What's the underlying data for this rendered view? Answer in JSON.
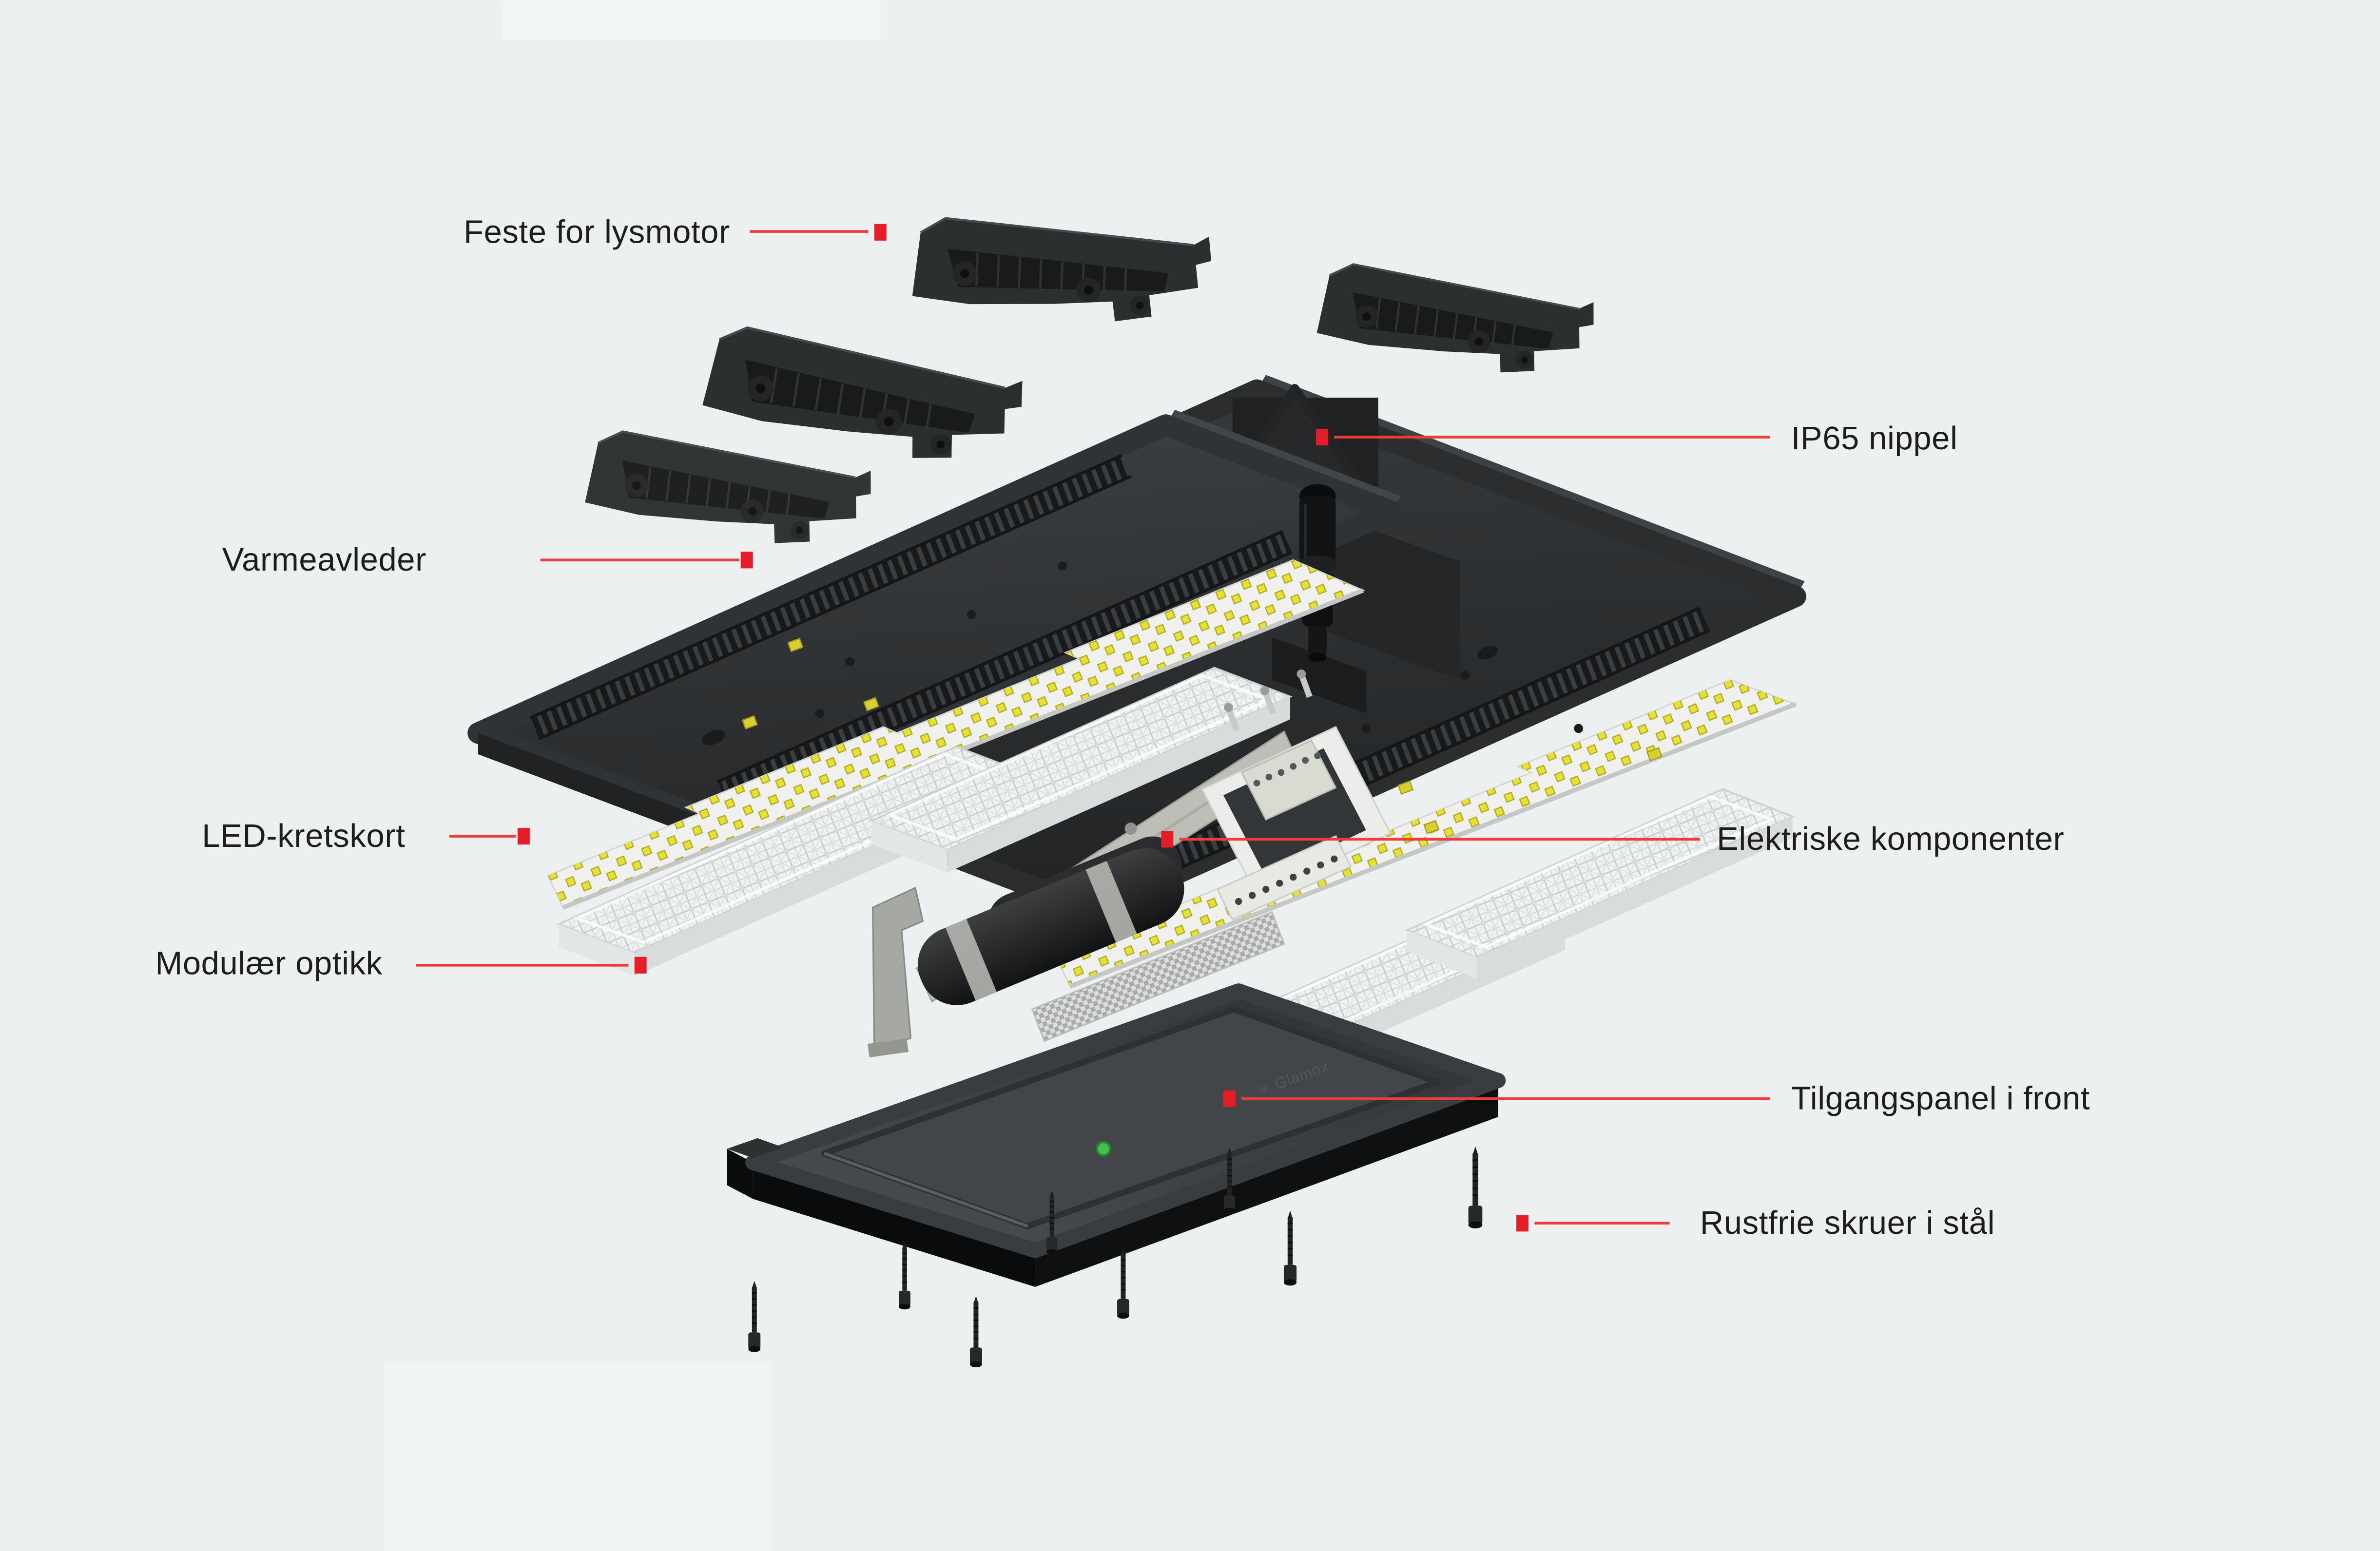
{
  "colors": {
    "background": "#ecf0f1",
    "label_text": "#1d1d1b",
    "leader_line": "#ee3b3b",
    "marker": "#e51d28",
    "housing_dark": "#2e3133",
    "led_yellow": "#e6e135",
    "optic_clear": "#f0f2f2",
    "panel_gray": "#3c3f41",
    "indicator_green": "#42c24b"
  },
  "panel_logo": {
    "mark": "✳",
    "text": "Glamox"
  },
  "labels": [
    {
      "id": "feste-for-lysmotor",
      "text": "Feste for lysmotor"
    },
    {
      "id": "ip65-nippel",
      "text": "IP65 nippel"
    },
    {
      "id": "varmeavleder",
      "text": "Varmeavleder"
    },
    {
      "id": "led-kretskort",
      "text": "LED-kretskort"
    },
    {
      "id": "elektriske-komponenter",
      "text": "Elektriske komponenter"
    },
    {
      "id": "modulaer-optikk",
      "text": "Modulær optikk"
    },
    {
      "id": "tilgangspanel-i-front",
      "text": "Tilgangspanel i front"
    },
    {
      "id": "rustfrie-skruer-i-staal",
      "text": "Rustfrie skruer i stål"
    }
  ]
}
